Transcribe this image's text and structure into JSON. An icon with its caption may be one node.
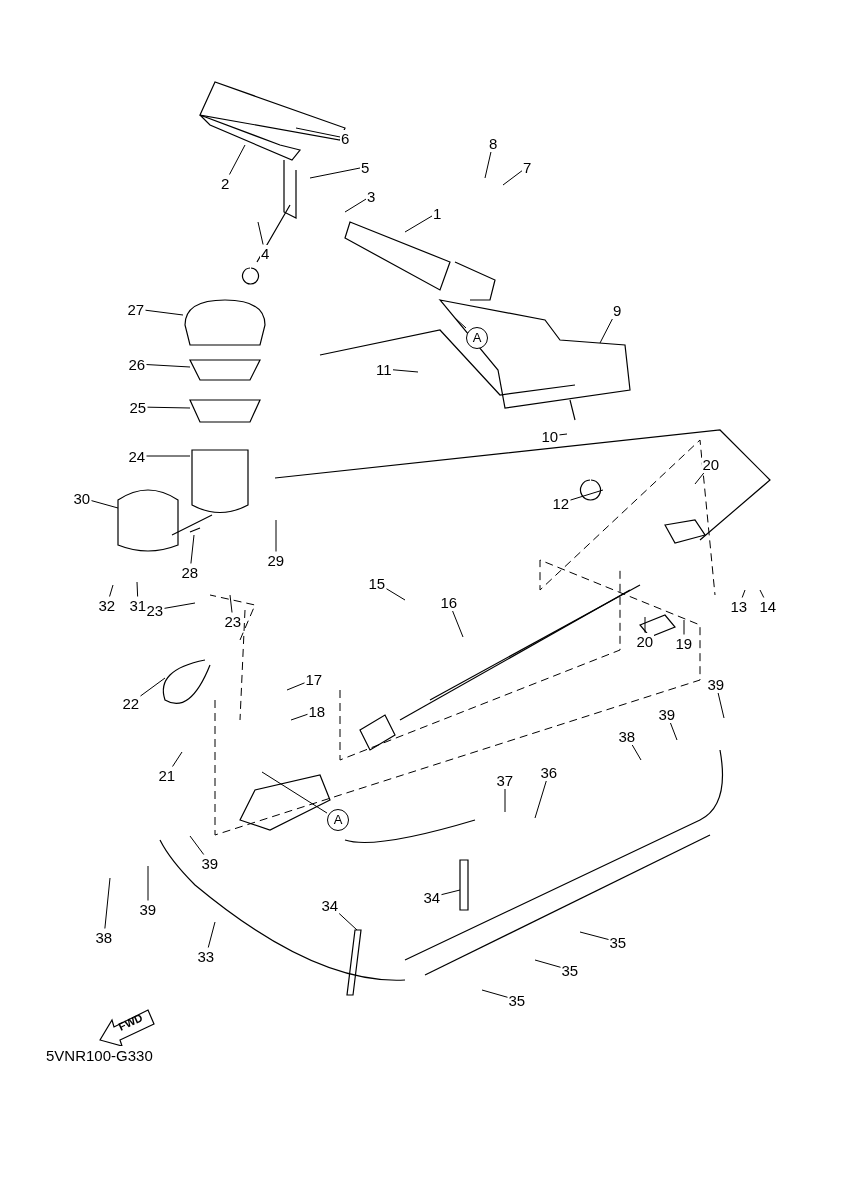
{
  "diagram": {
    "nodes": [
      {
        "text": [
          "6"
        ]
      },
      {
        "text": [
          "8"
        ]
      },
      {
        "text": [
          "5"
        ]
      },
      {
        "text": [
          "7"
        ]
      },
      {
        "text": [
          "2"
        ]
      },
      {
        "text": [
          "3"
        ]
      },
      {
        "text": [
          "1"
        ]
      },
      {
        "text": [
          "4"
        ]
      },
      {
        "text": [
          "27"
        ]
      },
      {
        "text": [
          "9"
        ]
      },
      {
        "text": [
          "A"
        ]
      },
      {
        "text": [
          "11"
        ]
      },
      {
        "text": [
          "26"
        ]
      },
      {
        "text": [
          "25"
        ]
      },
      {
        "text": [
          "10"
        ]
      },
      {
        "text": [
          "24"
        ]
      },
      {
        "text": [
          "30"
        ]
      },
      {
        "text": [
          "12"
        ]
      },
      {
        "text": [
          "20"
        ]
      },
      {
        "text": [
          "29"
        ]
      },
      {
        "text": [
          "28"
        ]
      },
      {
        "text": [
          "15"
        ]
      },
      {
        "text": [
          "16"
        ]
      },
      {
        "text": [
          "20"
        ]
      },
      {
        "text": [
          "19"
        ]
      },
      {
        "text": [
          "13"
        ]
      },
      {
        "text": [
          "14"
        ]
      },
      {
        "text": [
          "32"
        ]
      },
      {
        "text": [
          "31"
        ]
      },
      {
        "text": [
          "23"
        ]
      },
      {
        "text": [
          "23"
        ]
      },
      {
        "text": [
          "22"
        ]
      },
      {
        "text": [
          "17"
        ]
      },
      {
        "text": [
          "18"
        ]
      },
      {
        "text": [
          "21"
        ]
      },
      {
        "text": [
          "A"
        ]
      },
      {
        "text": [
          "39"
        ]
      },
      {
        "text": [
          "39"
        ]
      },
      {
        "text": [
          "38"
        ]
      },
      {
        "text": [
          "37"
        ]
      },
      {
        "text": [
          "36"
        ]
      },
      {
        "text": [
          "39"
        ]
      },
      {
        "text": [
          "34"
        ]
      },
      {
        "text": [
          "38"
        ]
      },
      {
        "text": [
          "39"
        ]
      },
      {
        "text": [
          "34"
        ]
      },
      {
        "text": [
          "35"
        ]
      },
      {
        "text": [
          "33"
        ]
      },
      {
        "text": [
          "35"
        ]
      },
      {
        "text": [
          "35"
        ]
      },
      {
        "text": [
          "FWD"
        ]
      }
    ],
    "edges": [
      {
        "from": 0,
        "to": null,
        "arrow": "none"
      },
      {
        "from": 1,
        "to": null,
        "arrow": "none"
      },
      {
        "from": 2,
        "to": null,
        "arrow": "none"
      },
      {
        "from": 3,
        "to": null,
        "arrow": "none"
      },
      {
        "from": 4,
        "to": null,
        "arrow": "none"
      },
      {
        "from": 5,
        "to": null,
        "arrow": "none"
      },
      {
        "from": 6,
        "to": null,
        "arrow": "none"
      },
      {
        "from": 7,
        "to": null,
        "arrow": "none"
      },
      {
        "from": 8,
        "to": null,
        "arrow": "none"
      },
      {
        "from": 9,
        "to": null,
        "arrow": "none"
      },
      {
        "from": 10,
        "to": null,
        "arrow": "none"
      },
      {
        "from": 11,
        "to": null,
        "arrow": "none"
      },
      {
        "from": 12,
        "to": null,
        "arrow": "none"
      },
      {
        "from": 13,
        "to": null,
        "arrow": "none"
      },
      {
        "from": 14,
        "to": null,
        "arrow": "none"
      },
      {
        "from": 15,
        "to": null,
        "arrow": "none"
      },
      {
        "from": 16,
        "to": null,
        "arrow": "none"
      },
      {
        "from": 17,
        "to": null,
        "arrow": "none"
      },
      {
        "from": 18,
        "to": null,
        "arrow": "none"
      },
      {
        "from": 19,
        "to": null,
        "arrow": "none"
      },
      {
        "from": 20,
        "to": null,
        "arrow": "none"
      },
      {
        "from": 21,
        "to": null,
        "arrow": "none"
      },
      {
        "from": 22,
        "to": null,
        "arrow": "none"
      },
      {
        "from": 23,
        "to": null,
        "arrow": "none"
      },
      {
        "from": 24,
        "to": null,
        "arrow": "none"
      },
      {
        "from": 25,
        "to": null,
        "arrow": "none"
      },
      {
        "from": 26,
        "to": null,
        "arrow": "none"
      },
      {
        "from": 27,
        "to": null,
        "arrow": "none"
      },
      {
        "from": 28,
        "to": null,
        "arrow": "none"
      },
      {
        "from": 29,
        "to": null,
        "arrow": "none"
      },
      {
        "from": 30,
        "to": null,
        "arrow": "none"
      },
      {
        "from": 31,
        "to": null,
        "arrow": "none"
      },
      {
        "from": 32,
        "to": null,
        "arrow": "none"
      },
      {
        "from": 33,
        "to": null,
        "arrow": "none"
      },
      {
        "from": 34,
        "to": null,
        "arrow": "none"
      },
      {
        "from": 35,
        "to": null,
        "arrow": "none"
      },
      {
        "from": 36,
        "to": null,
        "arrow": "none"
      },
      {
        "from": 37,
        "to": null,
        "arrow": "none"
      },
      {
        "from": 38,
        "to": null,
        "arrow": "none"
      },
      {
        "from": 39,
        "to": null,
        "arrow": "none"
      },
      {
        "from": 40,
        "to": null,
        "arrow": "none"
      },
      {
        "from": 41,
        "to": null,
        "arrow": "none"
      },
      {
        "from": 42,
        "to": null,
        "arrow": "none"
      },
      {
        "from": 43,
        "to": null,
        "arrow": "none"
      },
      {
        "from": 44,
        "to": null,
        "arrow": "none"
      },
      {
        "from": 45,
        "to": null,
        "arrow": "none"
      },
      {
        "from": 46,
        "to": null,
        "arrow": "none"
      },
      {
        "from": 47,
        "to": null,
        "arrow": "none"
      },
      {
        "from": 48,
        "to": null,
        "arrow": "none"
      },
      {
        "from": 49,
        "to": null,
        "arrow": "none"
      }
    ],
    "labels": [
      "5VNR100-G330"
    ]
  }
}
